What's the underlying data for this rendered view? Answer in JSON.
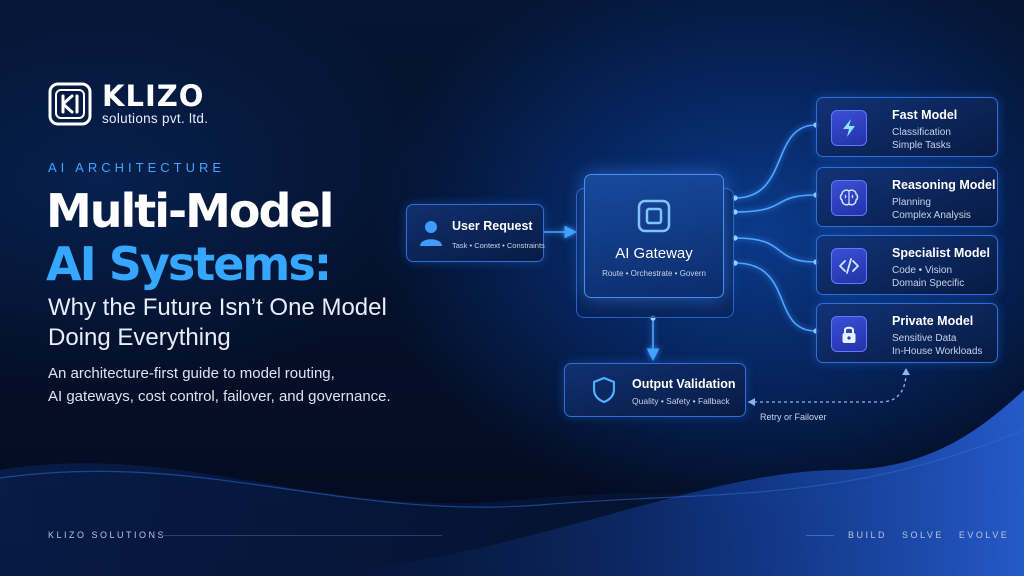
{
  "brand": {
    "name": "KLIZO",
    "tagline": "solutions pvt. ltd.",
    "logo_icon": "klizo-ki-monogram-icon"
  },
  "hero": {
    "eyebrow": "AI ARCHITECTURE",
    "title_line1": "Multi-Model",
    "title_line2": "AI Systems:",
    "subtitle_line1": "Why the Future Isn’t One Model",
    "subtitle_line2": "Doing Everything",
    "description_line1": "An architecture-first guide to model routing,",
    "description_line2": "AI gateways, cost control, failover, and governance."
  },
  "diagram": {
    "user_request": {
      "title": "User Request",
      "subtitle": "Task • Context • Constraints",
      "icon": "user-icon"
    },
    "gateway": {
      "title": "AI Gateway",
      "subtitle": "Route • Orchestrate • Govern",
      "icon": "chip-icon"
    },
    "models": [
      {
        "title": "Fast Model",
        "line1": "Classification",
        "line2": "Simple Tasks",
        "icon": "lightning-icon"
      },
      {
        "title": "Reasoning Model",
        "line1": "Planning",
        "line2": "Complex Analysis",
        "icon": "brain-icon"
      },
      {
        "title": "Specialist Model",
        "line1": "Code • Vision",
        "line2": "Domain Specific",
        "icon": "code-icon"
      },
      {
        "title": "Private Model",
        "line1": "Sensitive Data",
        "line2": "In-House Workloads",
        "icon": "lock-icon"
      }
    ],
    "output": {
      "title": "Output Validation",
      "subtitle": "Quality • Safety • Fallback",
      "icon": "shield-icon"
    },
    "retry_label": "Retry or Failover"
  },
  "footer": {
    "left": "KLIZO SOLUTIONS",
    "right": "BUILD   SOLVE   EVOLVE"
  },
  "colors": {
    "background": "#030b1f",
    "accent": "#35a7ff",
    "box_border": "#2f6fd6",
    "tile": "#3a4fd6"
  }
}
